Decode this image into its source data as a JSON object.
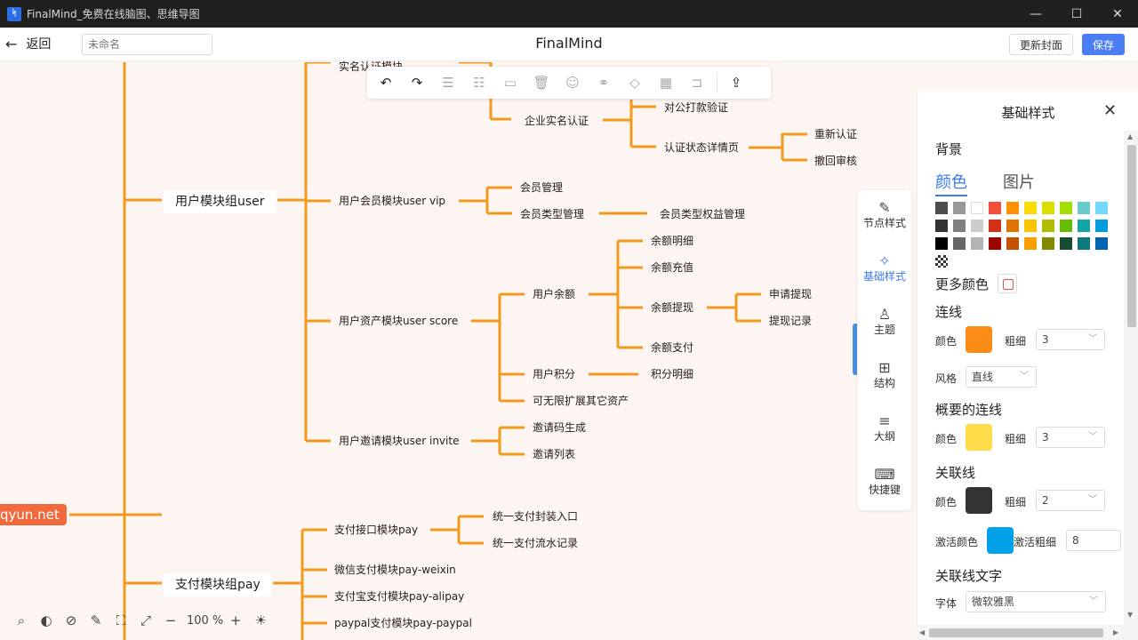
{
  "window": {
    "title": "FinalMind_免费在线脑图、思维导图",
    "app_icon_glyph": "ᛋ"
  },
  "header": {
    "back_label": "返回",
    "name_placeholder": "未命名",
    "app_title": "FinalMind",
    "cover_button": "更新封面",
    "save_button": "保存"
  },
  "mindmap": {
    "root": "qyun.net",
    "groups": {
      "user": "用户模块组user",
      "pay": "支付模块组pay"
    },
    "nodes": {
      "realname": "实名认证模块",
      "enterprise": "企业实名认证",
      "corp_verify": "对公打款验证",
      "status_page": "认证状态详情页",
      "reverify": "重新认证",
      "withdraw_review": "撤回审核",
      "vip": "用户会员模块user vip",
      "member_manage": "会员管理",
      "member_type": "会员类型管理",
      "member_rights": "会员类型权益管理",
      "score": "用户资产模块user score",
      "balance": "用户余额",
      "balance_detail": "余额明细",
      "balance_recharge": "余额充值",
      "balance_withdraw": "余额提现",
      "apply_withdraw": "申请提现",
      "withdraw_record": "提现记录",
      "balance_pay": "余额支付",
      "points": "用户积分",
      "points_detail": "积分明细",
      "other_assets": "可无限扩展其它资产",
      "invite": "用户邀请模块user invite",
      "invite_code": "邀请码生成",
      "invite_list": "邀请列表",
      "pay_api": "支付接口模块pay",
      "pay_entry": "统一支付封装入口",
      "pay_flow": "统一支付流水记录",
      "wechat": "微信支付模块pay-weixin",
      "alipay": "支付宝支付模块pay-alipay",
      "paypal": "paypal支付模块pay-paypal"
    }
  },
  "toolbar": {
    "items": [
      "undo-icon",
      "redo-icon",
      "insert-child-icon",
      "insert-sibling-icon",
      "insert-parent-icon",
      "delete-icon",
      "emoji-icon",
      "link-icon",
      "tag-icon",
      "image-icon",
      "summary-icon",
      "export-icon"
    ]
  },
  "sidetabs": {
    "node_style": "节点样式",
    "base_style": "基础样式",
    "theme": "主题",
    "structure": "结构",
    "outline": "大纲",
    "shortcuts": "快捷键"
  },
  "panel": {
    "title": "基础样式",
    "background_section": "背景",
    "tab_color": "颜色",
    "tab_image": "图片",
    "more_colors": "更多颜色",
    "line_section": "连线",
    "line_color_label": "颜色",
    "line_color": "#fa8c16",
    "line_width_label": "粗细",
    "line_width": "3",
    "line_style_label": "风格",
    "line_style": "直线",
    "summary_section": "概要的连线",
    "summary_color_label": "颜色",
    "summary_color": "#ffdd4a",
    "summary_width_label": "粗细",
    "summary_width": "3",
    "assoc_section": "关联线",
    "assoc_color_label": "颜色",
    "assoc_color": "#333333",
    "assoc_width_label": "粗细",
    "assoc_width": "2",
    "active_color_label": "激活颜色",
    "active_color": "#00a0ea",
    "active_width_label": "激活粗细",
    "active_width": "8",
    "assoc_text_section": "关联线文字",
    "font_label": "字体",
    "font_value": "微软雅黑"
  },
  "swatches": [
    [
      "#4d4d4d",
      "#999999",
      "#ffffff",
      "#f44e3b",
      "#fe9200",
      "#fcdc00",
      "#dbdf00",
      "#a4dd00",
      "#68ccca",
      "#73d8ff"
    ],
    [
      "#333333",
      "#808080",
      "#cccccc",
      "#d33115",
      "#e27300",
      "#fcc400",
      "#b0bc00",
      "#68bc00",
      "#16a5a5",
      "#009ce0"
    ],
    [
      "#000000",
      "#666666",
      "#b3b3b3",
      "#9f0500",
      "#c45100",
      "#fb9e00",
      "#808900",
      "#194d33",
      "#0c797d",
      "#0062b1"
    ]
  ],
  "bottom_tools": {
    "zoom_value": "100",
    "zoom_unit": "%"
  },
  "colors": {
    "branch": "#f29a1e",
    "root": "#f26a3c",
    "accent": "#4a7ef2"
  }
}
